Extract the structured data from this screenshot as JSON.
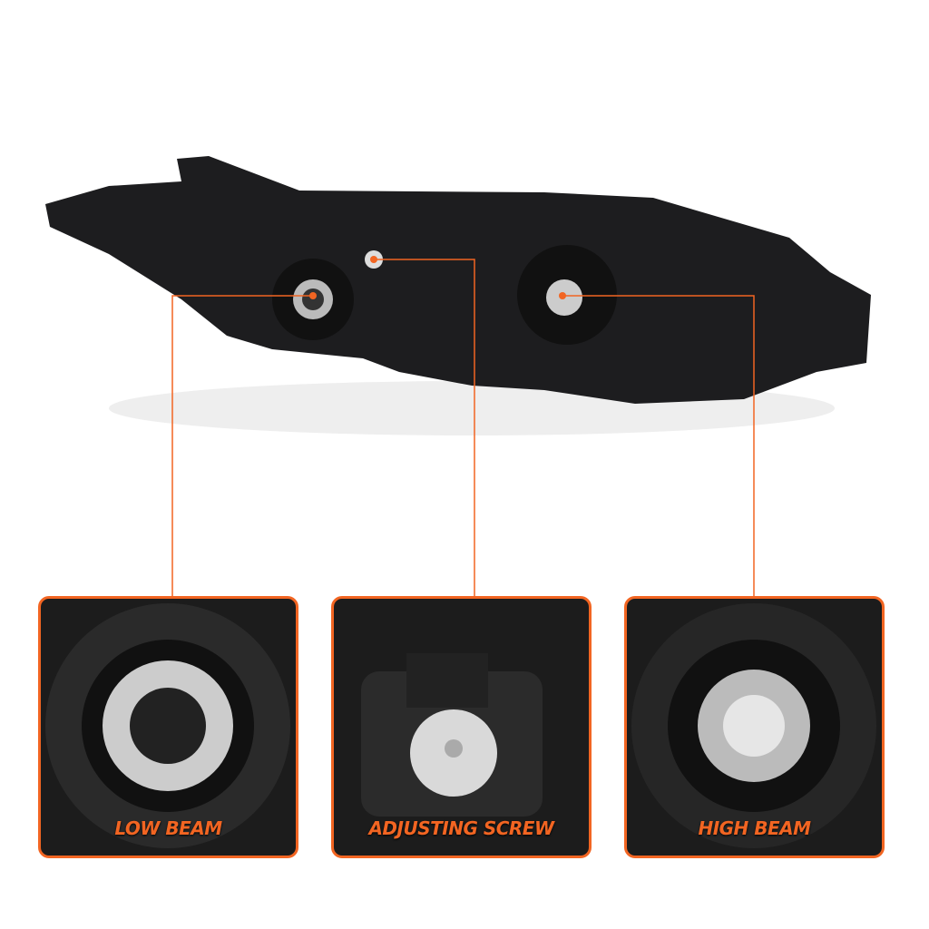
{
  "accent_color": "#f26522",
  "product": {
    "image": "headlight-assembly-rear-view"
  },
  "callouts": [
    {
      "label": "LOW BEAM",
      "icon": "low-beam-socket"
    },
    {
      "label": "ADJUSTING SCREW",
      "icon": "adjusting-screw"
    },
    {
      "label": "HIGH BEAM",
      "icon": "high-beam-socket"
    }
  ]
}
